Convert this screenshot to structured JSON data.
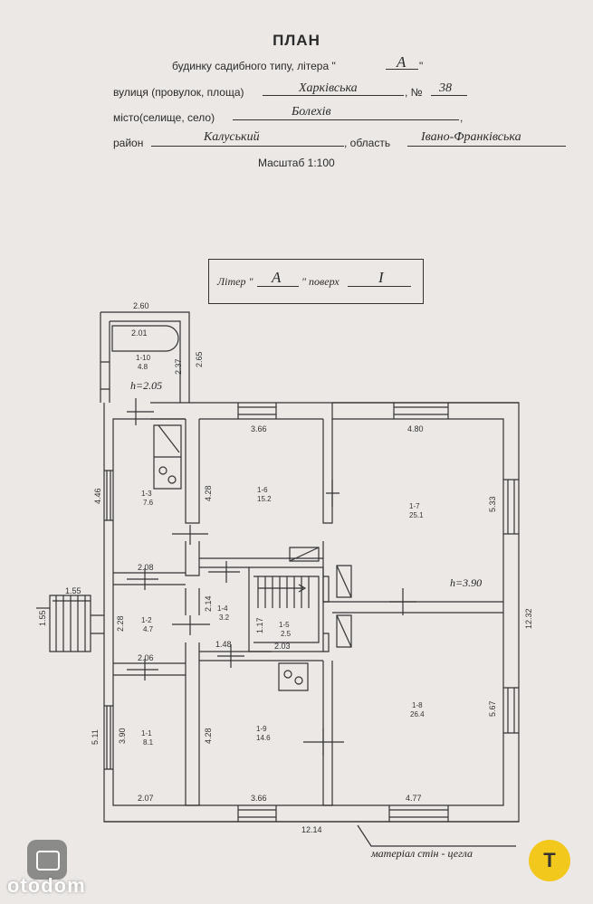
{
  "header": {
    "title": "ПЛАН",
    "subtitle_prefix": "будинку садибного типу, літера \"",
    "subtitle_letter": "А",
    "subtitle_suffix": "\"",
    "street_label": "вулиця (провулок, площа)",
    "street_value": "Харківська",
    "number_label": ", №",
    "number_value": "38",
    "city_label": "місто(селище, село)",
    "city_value": "Болехів",
    "district_label": "район",
    "district_value": "Калуський",
    "region_label": ", область",
    "region_value": "Івано-Франківська",
    "scale": "Масштаб  1:100"
  },
  "floor_box": {
    "letter_label": "Літер \"",
    "letter_value": "А",
    "floor_label": "\" поверх",
    "floor_value": "I"
  },
  "dimensions": {
    "d260": "2.60",
    "d201": "2.01",
    "d237": "2.37",
    "d265": "2.65",
    "d366_top": "3.66",
    "d480": "4.80",
    "d446": "4.46",
    "d428_top": "4.28",
    "d533": "5.33",
    "d208": "2.08",
    "d155_top": "1.55",
    "d155_side": "1.55",
    "d228": "2.28",
    "d214": "2.14",
    "d117": "1.17",
    "d203": "2.03",
    "d1232": "12.32",
    "d148": "1.48",
    "d206": "2.06",
    "d511": "5.11",
    "d390": "3.90",
    "d428_bot": "4.28",
    "d567": "5.67",
    "d207": "2.07",
    "d366_bot": "3.66",
    "d477": "4.77",
    "d1214": "12.14"
  },
  "rooms": {
    "r110_id": "1-10",
    "r110_area": "4.8",
    "r13_id": "1-3",
    "r13_area": "7.6",
    "r16_id": "1-6",
    "r16_area": "15.2",
    "r17_id": "1-7",
    "r17_area": "25.1",
    "r12_id": "1-2",
    "r12_area": "4.7",
    "r14_id": "1-4",
    "r14_area": "3.2",
    "r15_id": "1-5",
    "r15_area": "2.5",
    "r18_id": "1-8",
    "r18_area": "26.4",
    "r11_id": "1-1",
    "r11_area": "8.1",
    "r19_id": "1-9",
    "r19_area": "14.6"
  },
  "heights": {
    "h_small": "h=2.05",
    "h_main": "h=3.90"
  },
  "material": "матеріал стін - цегла",
  "watermark": {
    "brand": "otodom",
    "brand_icon": "camera-icon",
    "badge_icon": "text-recognition-icon",
    "badge_letter": "T"
  }
}
